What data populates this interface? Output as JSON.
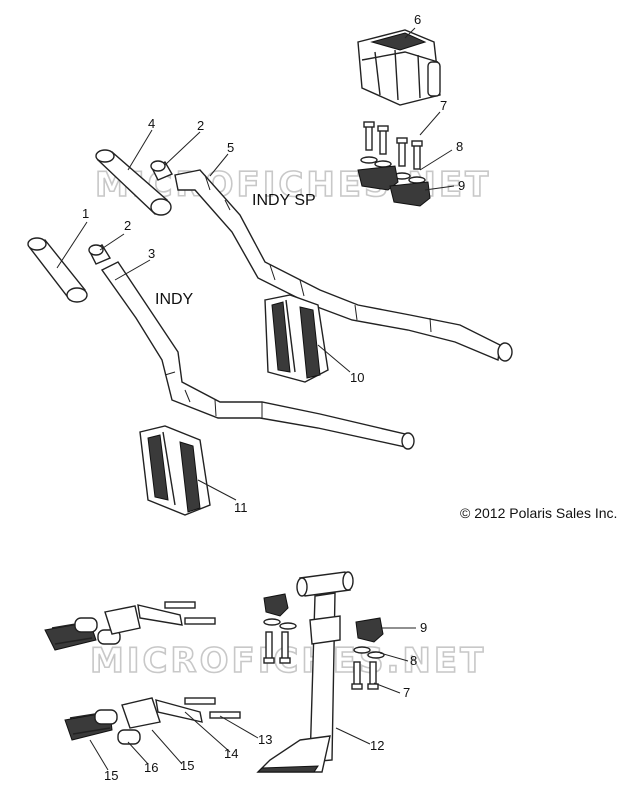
{
  "watermark": "MICROFICHES.NET",
  "copyright": "© 2012 Polaris Sales Inc.",
  "models": {
    "indy_sp": "INDY SP",
    "indy": "INDY"
  },
  "callouts": [
    "1",
    "2",
    "2",
    "3",
    "4",
    "5",
    "6",
    "7",
    "8",
    "9",
    "10",
    "11",
    "9",
    "8",
    "7",
    "12",
    "13",
    "14",
    "15",
    "15",
    "16"
  ]
}
